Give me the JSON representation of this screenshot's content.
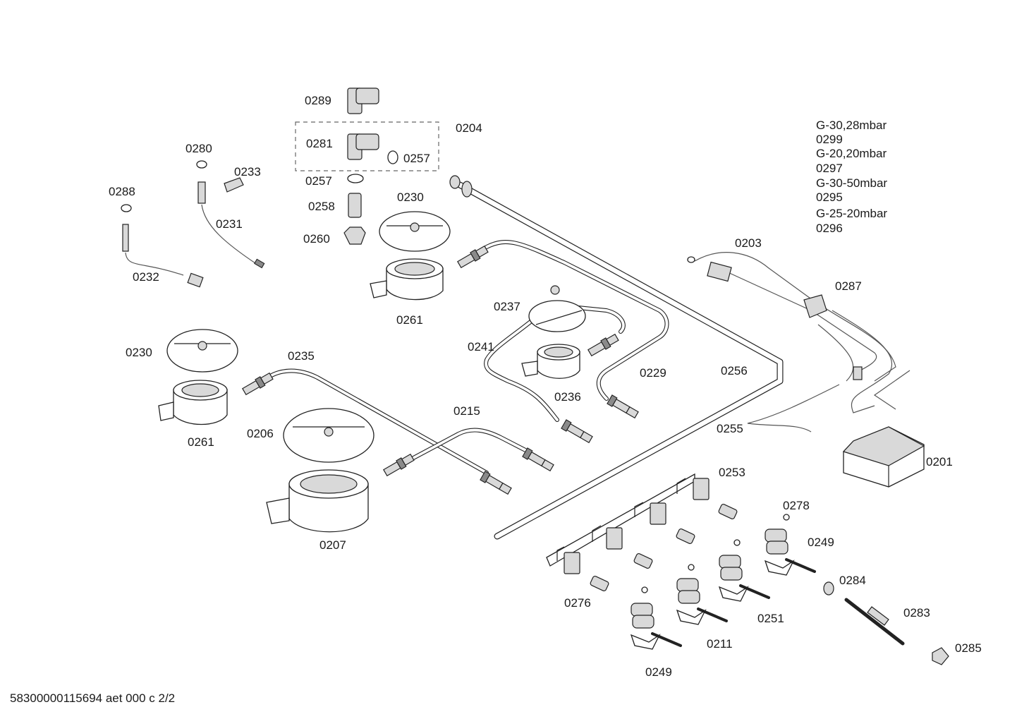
{
  "labels": {
    "0289": "0289",
    "0281": "0281",
    "0257a": "0257",
    "0204": "0204",
    "0257b": "0257",
    "0258": "0258",
    "0260": "0260",
    "0230a": "0230",
    "0261a": "0261",
    "0280": "0280",
    "0233": "0233",
    "0288": "0288",
    "0231": "0231",
    "0232": "0232",
    "0237": "0237",
    "0241": "0241",
    "0236": "0236",
    "0229": "0229",
    "0256": "0256",
    "0230b": "0230",
    "0235": "0235",
    "0261b": "0261",
    "0206": "0206",
    "0215": "0215",
    "0207": "0207",
    "0203": "0203",
    "0287": "0287",
    "0255": "0255",
    "0201": "0201",
    "0253": "0253",
    "0278": "0278",
    "0249a": "0249",
    "0284": "0284",
    "0283": "0283",
    "0285": "0285",
    "0276": "0276",
    "0251": "0251",
    "0211": "0211",
    "0249b": "0249"
  },
  "gas_configs": [
    "G-30,28mbar",
    "0299",
    "G-20,20mbar",
    "0297",
    "G-30-50mbar",
    "0295",
    "G-25-20mbar",
    "0296"
  ],
  "footer": "58300000115694 aet 000 c 2/2"
}
